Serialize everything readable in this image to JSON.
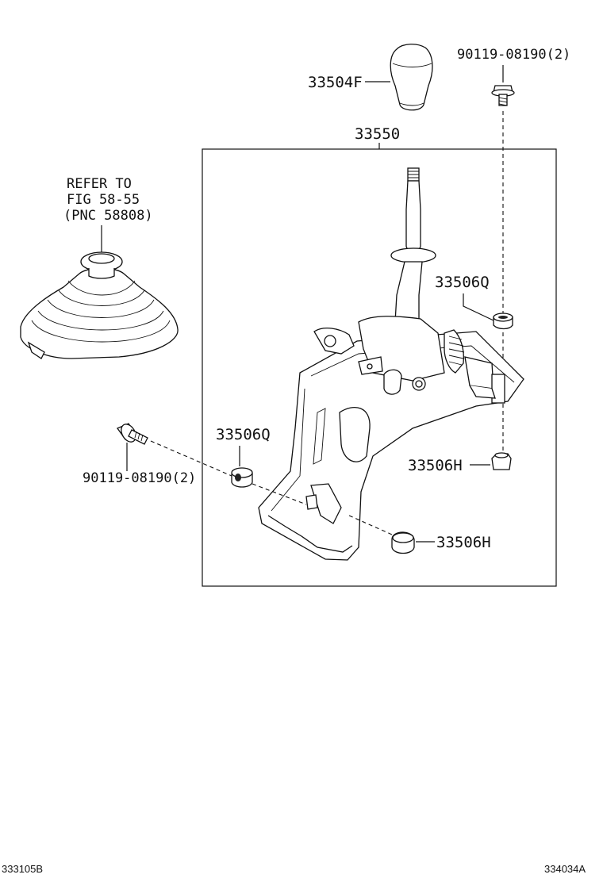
{
  "diagram": {
    "callouts": {
      "knob": "33504F",
      "bolt_top": "90119-08190(2)",
      "shift_lever_assy": "33550",
      "boot_ref_line1": "REFER TO",
      "boot_ref_line2": "FIG 58-55",
      "boot_ref_line3": "(PNC 58808)",
      "bushing_upper_right": "33506Q",
      "bushing_left": "33506Q",
      "bolt_left": "90119-08190(2)",
      "collar_right": "33506H",
      "collar_bottom": "33506H"
    },
    "footer": {
      "left_code": "333105B",
      "right_code": "334034A"
    }
  }
}
